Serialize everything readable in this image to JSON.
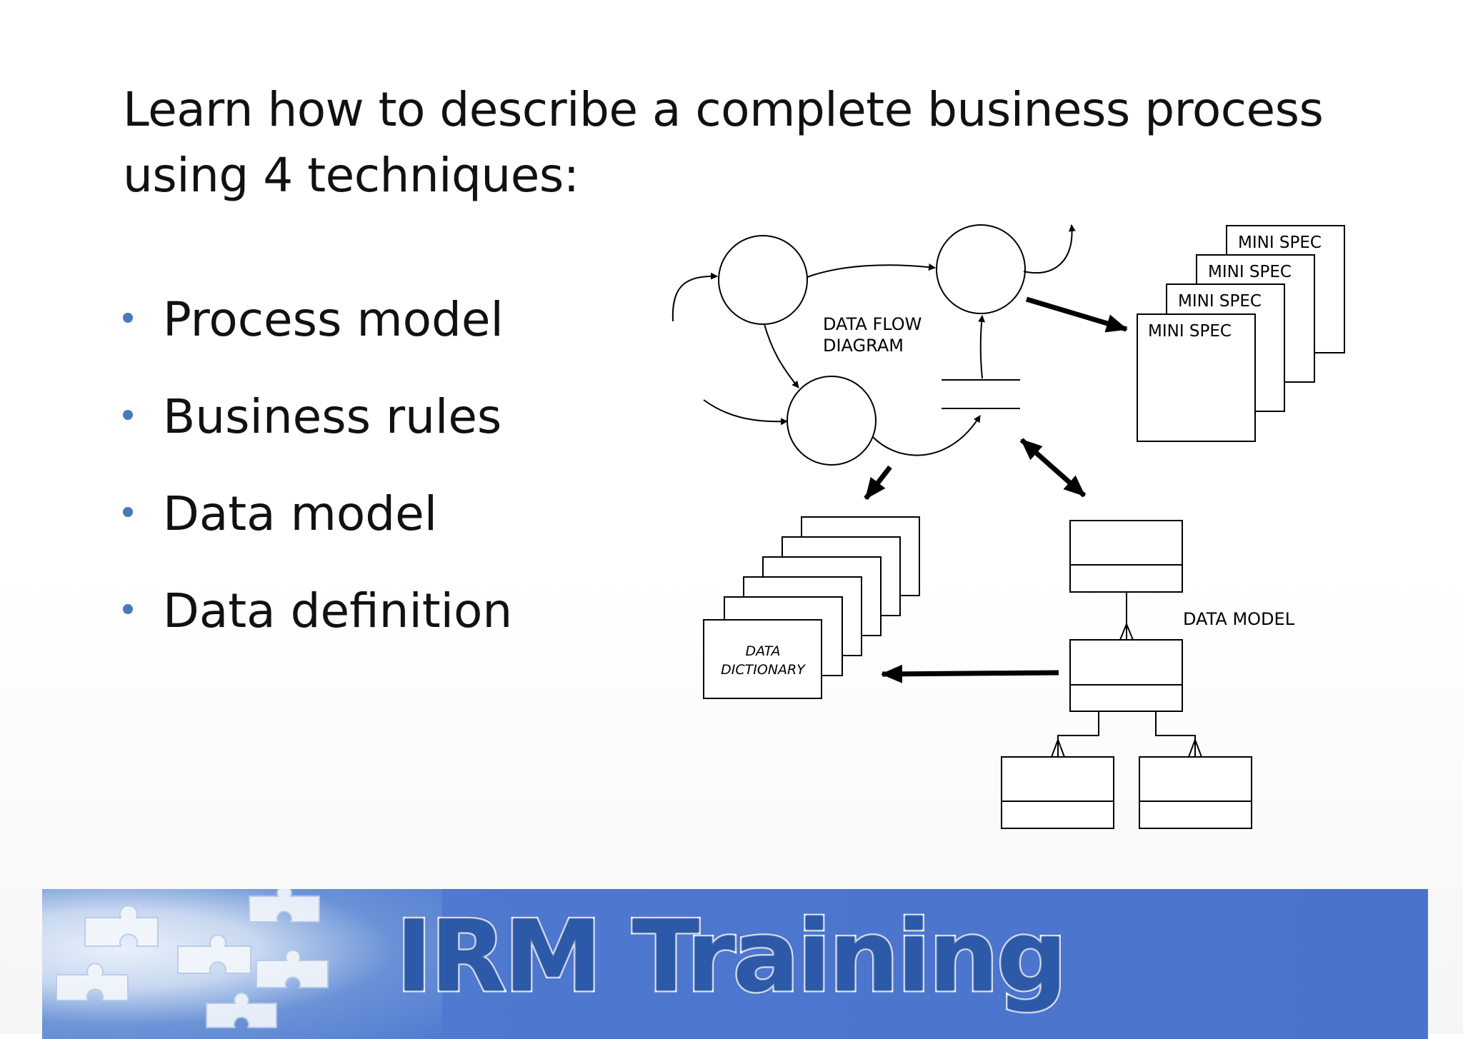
{
  "slide": {
    "title": "Learn how to describe a complete business process using 4 techniques:",
    "bullets": [
      "Process model",
      "Business rules",
      "Data model",
      "Data definition"
    ]
  },
  "diagram": {
    "dfd_label_line1": "DATA FLOW",
    "dfd_label_line2": "DIAGRAM",
    "mini_spec_labels": [
      "MINI SPEC",
      "MINI SPEC",
      "MINI SPEC",
      "MINI SPEC"
    ],
    "data_dictionary_line1": "DATA",
    "data_dictionary_line2": "DICTIONARY",
    "data_model_label": "DATA MODEL"
  },
  "banner": {
    "brand": "IRM Training",
    "colors": {
      "background": "#4a73cc",
      "text_fill": "#2c5aa8",
      "text_outline": "#ffffff"
    },
    "icon": "jigsaw-puzzle-pieces"
  },
  "colors": {
    "bullet": "#4a78b8",
    "text": "#111111",
    "diagram_line": "#000000"
  }
}
